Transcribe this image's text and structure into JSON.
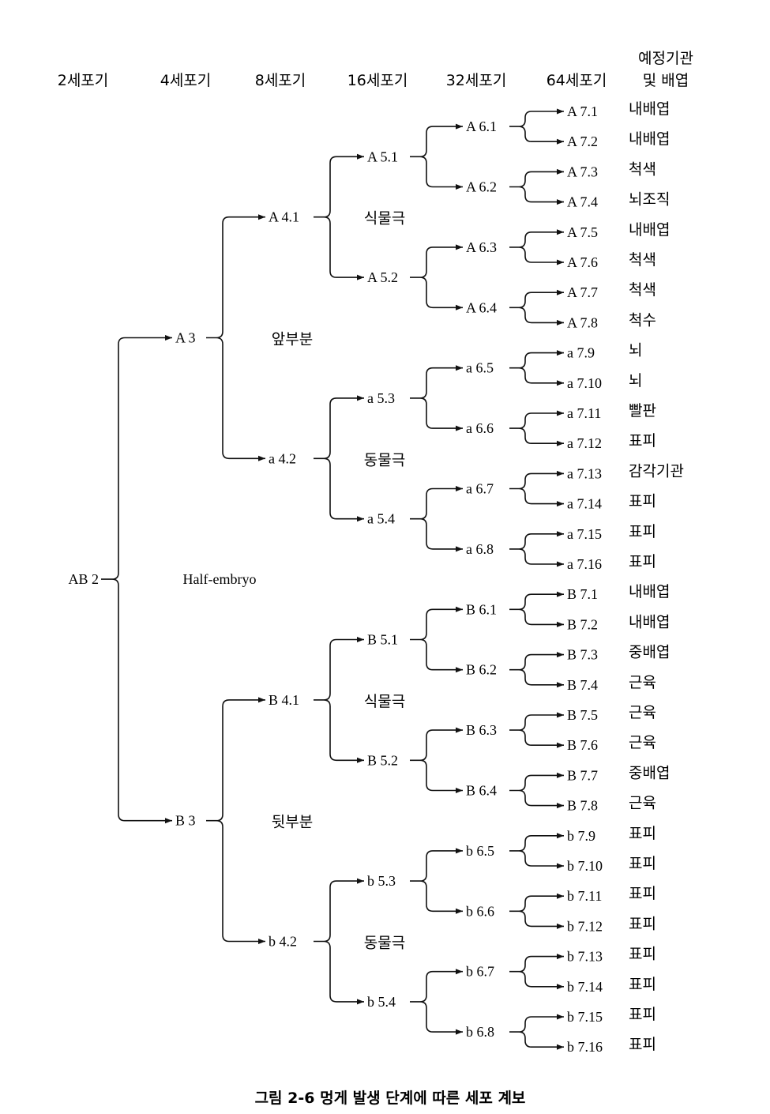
{
  "headers": [
    "2세포기",
    "4세포기",
    "8세포기",
    "16세포기",
    "32세포기",
    "64세포기"
  ],
  "fate_header": [
    "예정기관",
    "및 배엽"
  ],
  "root": "AB 2",
  "level2": [
    "A 3",
    "B 3"
  ],
  "level3": [
    "A 4.1",
    "a 4.2",
    "B 4.1",
    "b 4.2"
  ],
  "level4": [
    "A 5.1",
    "A 5.2",
    "a 5.3",
    "a 5.4",
    "B 5.1",
    "B 5.2",
    "b 5.3",
    "b 5.4"
  ],
  "level5": [
    "A 6.1",
    "A 6.2",
    "A 6.3",
    "A 6.4",
    "a 6.5",
    "a 6.6",
    "a 6.7",
    "a 6.8",
    "B 6.1",
    "B 6.2",
    "B 6.3",
    "B 6.4",
    "b 6.5",
    "b 6.6",
    "b 6.7",
    "b 6.8"
  ],
  "leaves": [
    {
      "label": "A 7.1",
      "fate": "내배엽"
    },
    {
      "label": "A 7.2",
      "fate": "내배엽"
    },
    {
      "label": "A 7.3",
      "fate": "척색"
    },
    {
      "label": "A 7.4",
      "fate": "뇌조직"
    },
    {
      "label": "A 7.5",
      "fate": "내배엽"
    },
    {
      "label": "A 7.6",
      "fate": "척색"
    },
    {
      "label": "A 7.7",
      "fate": "척색"
    },
    {
      "label": "A 7.8",
      "fate": "척수"
    },
    {
      "label": "a 7.9",
      "fate": "뇌"
    },
    {
      "label": "a 7.10",
      "fate": "뇌"
    },
    {
      "label": "a 7.11",
      "fate": "빨판"
    },
    {
      "label": "a 7.12",
      "fate": "표피"
    },
    {
      "label": "a 7.13",
      "fate": "감각기관"
    },
    {
      "label": "a 7.14",
      "fate": "표피"
    },
    {
      "label": "a 7.15",
      "fate": "표피"
    },
    {
      "label": "a 7.16",
      "fate": "표피"
    },
    {
      "label": "B 7.1",
      "fate": "내배엽"
    },
    {
      "label": "B 7.2",
      "fate": "내배엽"
    },
    {
      "label": "B 7.3",
      "fate": "중배엽"
    },
    {
      "label": "B 7.4",
      "fate": "근육"
    },
    {
      "label": "B 7.5",
      "fate": "근육"
    },
    {
      "label": "B 7.6",
      "fate": "근육"
    },
    {
      "label": "B 7.7",
      "fate": "중배엽"
    },
    {
      "label": "B 7.8",
      "fate": "근육"
    },
    {
      "label": "b 7.9",
      "fate": "표피"
    },
    {
      "label": "b 7.10",
      "fate": "표피"
    },
    {
      "label": "b 7.11",
      "fate": "표피"
    },
    {
      "label": "b 7.12",
      "fate": "표피"
    },
    {
      "label": "b 7.13",
      "fate": "표피"
    },
    {
      "label": "b 7.14",
      "fate": "표피"
    },
    {
      "label": "b 7.15",
      "fate": "표피"
    },
    {
      "label": "b 7.16",
      "fate": "표피"
    }
  ],
  "annotations": {
    "half_embryo": "Half-embryo",
    "level2_regions": [
      "앞부분",
      "뒷부분"
    ],
    "level3_poles": [
      "식물극",
      "동물극",
      "식물극",
      "동물극"
    ]
  },
  "caption": "그림 2-6  멍게 발생 단계에 따른 세포 계보"
}
